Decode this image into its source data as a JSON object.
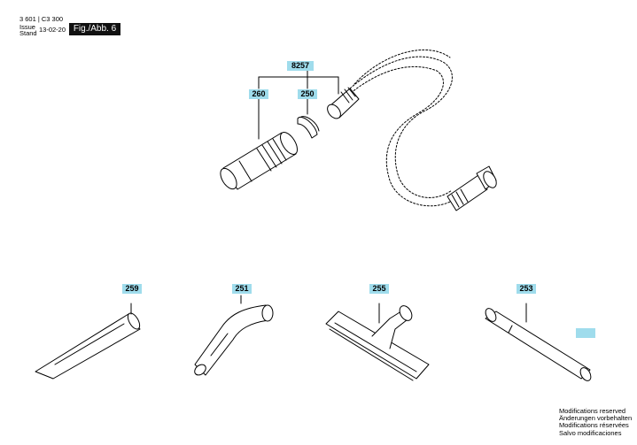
{
  "header": {
    "doc_number": "3 601 | C3 300",
    "issue_label_1": "Issue",
    "issue_label_2": "Stand",
    "issue_date": "13-02-20",
    "figure_label": "Fig./Abb. 6"
  },
  "parts": {
    "group": "8257",
    "p260": "260",
    "p250": "250",
    "p259": "259",
    "p251": "251",
    "p255": "255",
    "p253": "253"
  },
  "notes": [
    "Modifications reserved",
    "Änderungen vorbehalten",
    "Modifications réservées",
    "Salvo modificaciones"
  ],
  "colors": {
    "tag_fill": "#9fdcec",
    "badge_fill": "#111111"
  }
}
